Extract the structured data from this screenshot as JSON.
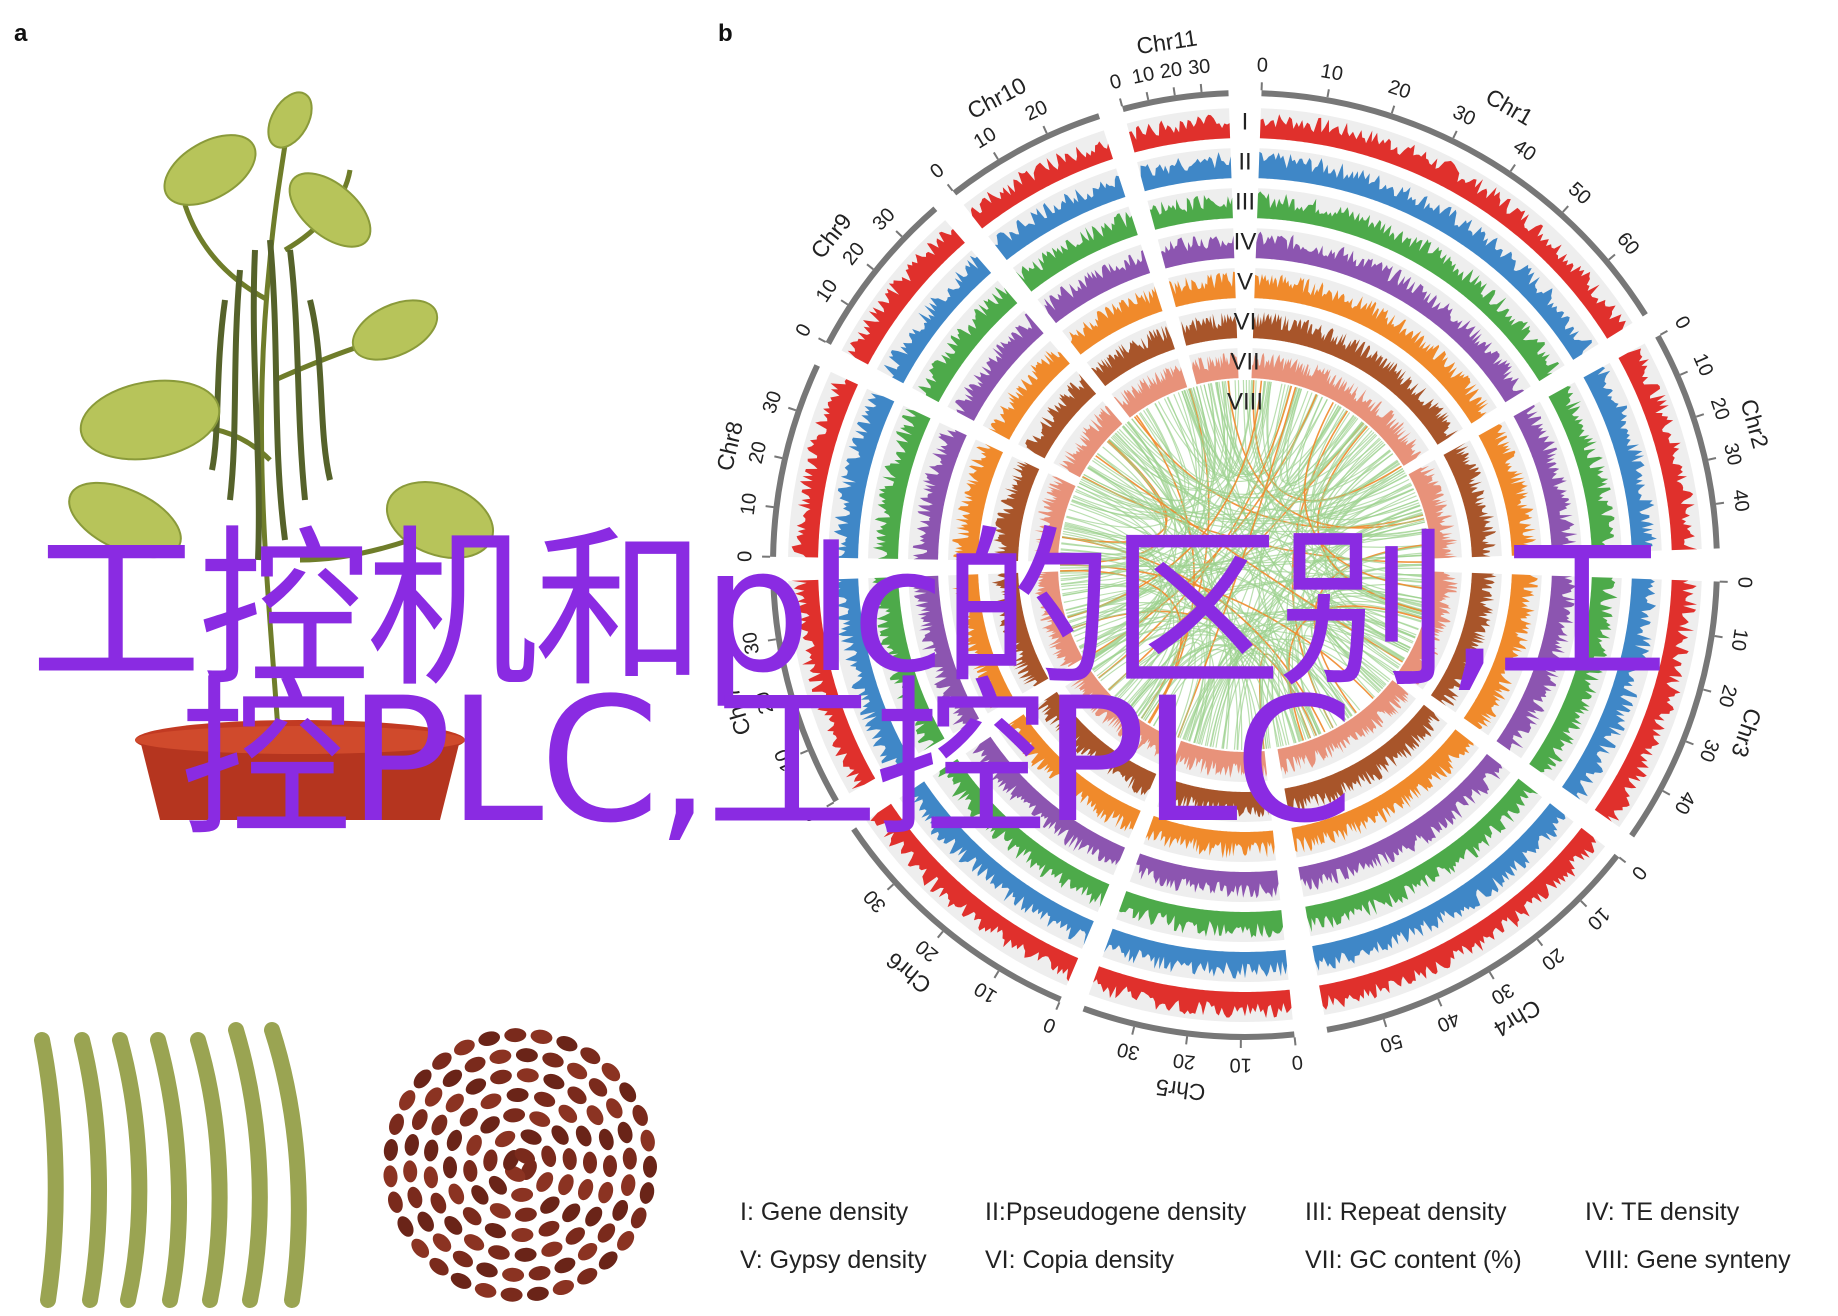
{
  "panel_labels": {
    "a": "a",
    "b": "b"
  },
  "colors": {
    "track_I": "#e0302c",
    "track_II": "#3f87c7",
    "track_III": "#4daa4a",
    "track_IV": "#8c55b0",
    "track_V": "#f08a2b",
    "track_VI": "#a8552a",
    "track_VII": "#e8927a",
    "track_VIII": "#9dd18e",
    "synteny_highlight": "#f08a2b",
    "ideogram": "#777777",
    "overlay_text": "#8a2be2"
  },
  "track_labels": [
    "I",
    "II",
    "III",
    "IV",
    "V",
    "VI",
    "VII",
    "VIII"
  ],
  "chromosomes": [
    {
      "name": "Chr1",
      "ticks": [
        "0",
        "10",
        "20",
        "30",
        "40",
        "50",
        "60"
      ]
    },
    {
      "name": "Chr2",
      "ticks": [
        "0",
        "10",
        "20",
        "30",
        "40"
      ]
    },
    {
      "name": "Chr3",
      "ticks": [
        "0",
        "10",
        "20",
        "30",
        "40"
      ]
    },
    {
      "name": "Chr4",
      "ticks": [
        "0",
        "10",
        "20",
        "30",
        "40",
        "50"
      ]
    },
    {
      "name": "Chr5",
      "ticks": [
        "0",
        "10",
        "20",
        "30"
      ]
    },
    {
      "name": "Chr6",
      "ticks": [
        "0",
        "10",
        "20",
        "30"
      ]
    },
    {
      "name": "Chr7",
      "ticks": [
        "0",
        "10",
        "20",
        "30"
      ]
    },
    {
      "name": "Chr8",
      "ticks": [
        "0",
        "10",
        "20",
        "30"
      ]
    },
    {
      "name": "Chr9",
      "ticks": [
        "0",
        "10",
        "20",
        "30"
      ]
    },
    {
      "name": "Chr10",
      "ticks": [
        "0",
        "10",
        "20"
      ]
    },
    {
      "name": "Chr11",
      "ticks": [
        "0",
        "10",
        "20",
        "30"
      ]
    }
  ],
  "legend": [
    "I: Gene density",
    "II:Ppseudogene density",
    "III: Repeat density",
    "IV: TE density",
    "V: Gypsy density",
    "VI: Copia density",
    "VII: GC content (%)",
    "VIII: Gene synteny"
  ],
  "overlay": {
    "line1": "工控机和plc的区别,工",
    "line2": "控PLC,工控PLC"
  }
}
